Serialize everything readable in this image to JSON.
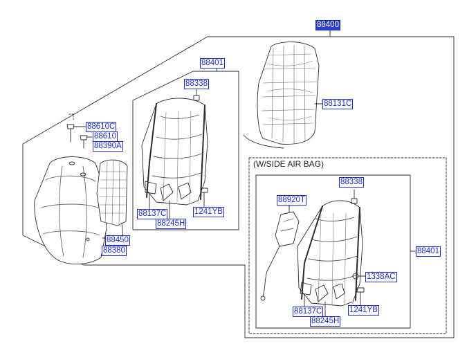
{
  "diagram": {
    "assembly_label": "88400",
    "note": "(W/SIDE AIR BAG)",
    "parts": {
      "frame_assy_upper": "88401",
      "frame_assy_airbag": "88401",
      "clip_upper": "88338",
      "clip_airbag": "88338",
      "seat_back_panel": "88131C",
      "headrest_guide_lock": "88610C",
      "headrest_guide": "88610",
      "headrest_guide_cover": "88390A",
      "cushion_pad": "88450",
      "cover_assy": "88380",
      "bracket_upper": "88137C",
      "lever_upper": "88245H",
      "bolt_upper": "1241YB",
      "side_airbag": "88920T",
      "nut_airbag": "1338AC",
      "bracket_airbag": "88137C",
      "lever_airbag": "88245H",
      "bolt_airbag": "1241YB"
    }
  }
}
